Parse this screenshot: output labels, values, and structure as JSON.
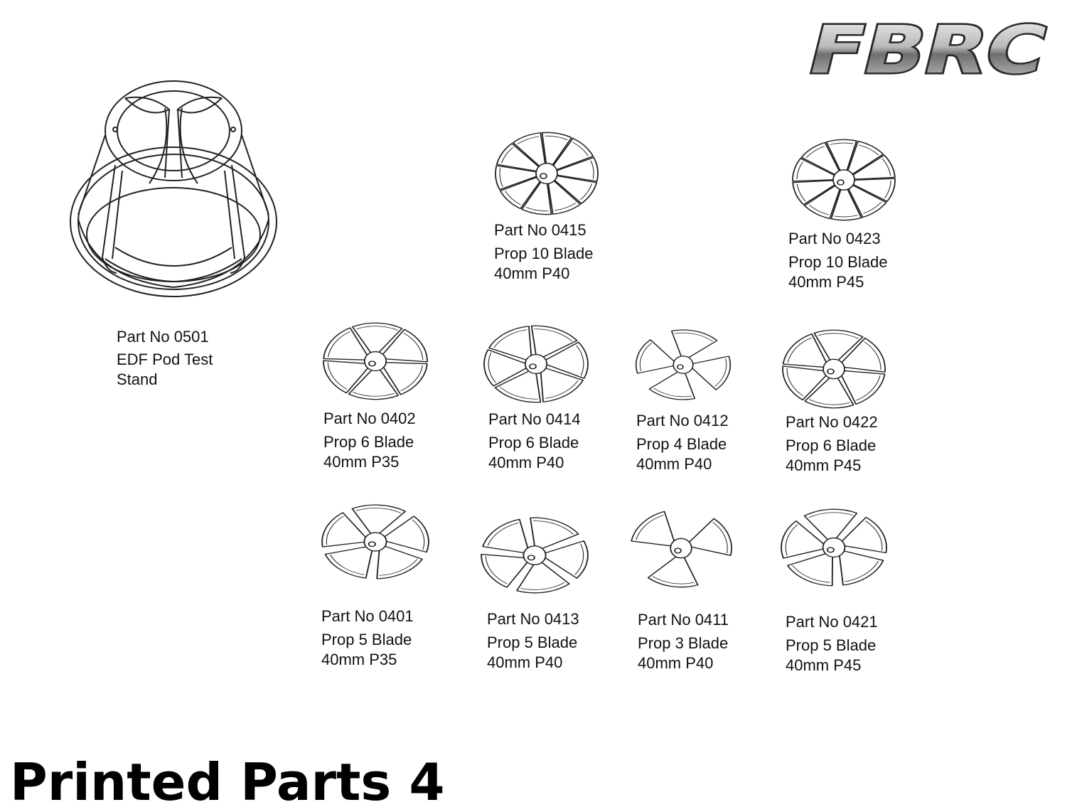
{
  "brand": {
    "logo_text": "FBRC"
  },
  "page": {
    "title": "Printed Parts 4"
  },
  "stand": {
    "part_no": "Part No 0501",
    "line1": "EDF Pod Test",
    "line2": "Stand"
  },
  "parts": [
    {
      "part_no": "Part No 0415",
      "line1": "Prop 10 Blade",
      "line2": "40mm P40",
      "blades": 10
    },
    {
      "part_no": "Part No 0423",
      "line1": "Prop 10 Blade",
      "line2": "40mm P45",
      "blades": 10
    },
    {
      "part_no": "Part No 0402",
      "line1": "Prop 6 Blade",
      "line2": "40mm P35",
      "blades": 6
    },
    {
      "part_no": "Part No 0414",
      "line1": "Prop 6 Blade",
      "line2": "40mm P40",
      "blades": 6
    },
    {
      "part_no": "Part No 0412",
      "line1": "Prop 4 Blade",
      "line2": "40mm P40",
      "blades": 4
    },
    {
      "part_no": "Part No 0422",
      "line1": "Prop 6 Blade",
      "line2": "40mm P45",
      "blades": 6
    },
    {
      "part_no": "Part No 0401",
      "line1": "Prop 5 Blade",
      "line2": "40mm P35",
      "blades": 5
    },
    {
      "part_no": "Part No 0413",
      "line1": "Prop 5 Blade",
      "line2": "40mm P40",
      "blades": 5
    },
    {
      "part_no": "Part No 0411",
      "line1": "Prop 3 Blade",
      "line2": "40mm P40",
      "blades": 3
    },
    {
      "part_no": "Part No 0421",
      "line1": "Prop 5 Blade",
      "line2": "40mm P45",
      "blades": 5
    }
  ]
}
